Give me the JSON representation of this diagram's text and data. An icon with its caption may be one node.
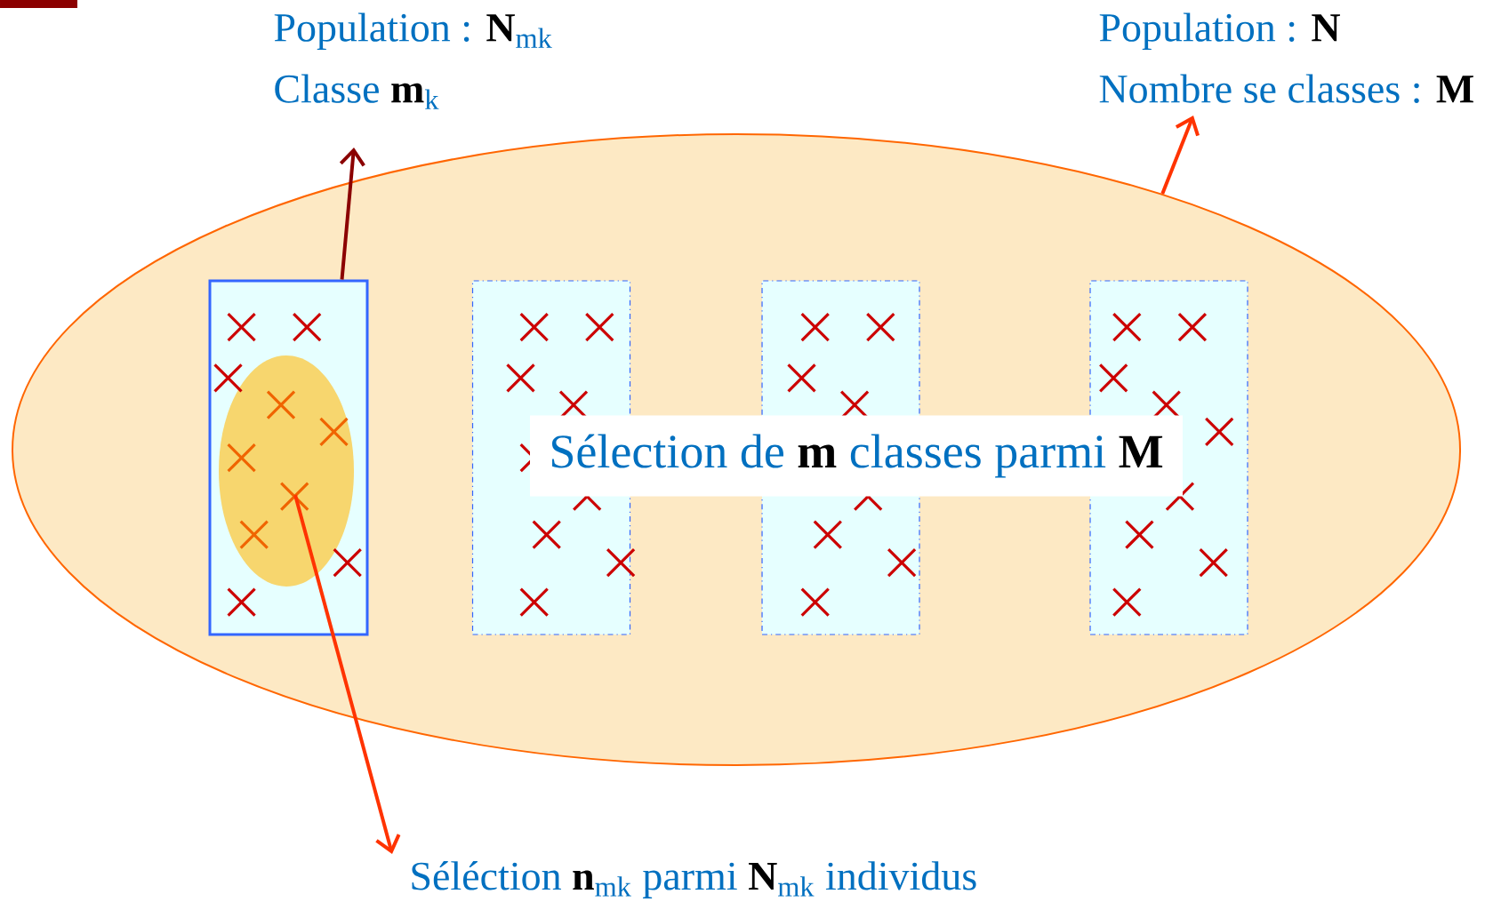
{
  "diagram": {
    "nodes": [
      {
        "text": [],
        "shape": "ellipse"
      },
      {
        "text": [
          "Population : **N**",
          "Nombre se classes : **M**"
        ]
      },
      {
        "text": [
          "Population : **N**$_{mk}$",
          "Classe **m**$_{k}$"
        ]
      },
      {
        "text": [],
        "shape": "box",
        "in": 0
      },
      {
        "text": [],
        "shape": "ellipse",
        "in": 3
      },
      {
        "text": [],
        "shape": "box",
        "in": 0
      },
      {
        "text": [],
        "shape": "box",
        "in": 0
      },
      {
        "text": [],
        "shape": "box",
        "in": 0
      },
      {
        "text": [
          "Sélection de **m** classes parmi **M**"
        ],
        "in": 0
      },
      {
        "text": [
          "Séléction **n**$_{mk}$ parmi **N**$_{mk}$ individus"
        ]
      }
    ],
    "edges": [
      {
        "from": 0,
        "to": 1,
        "arrow": "to"
      },
      {
        "from": 3,
        "to": 2,
        "arrow": "to",
        "color": "#8b0000"
      },
      {
        "from": 4,
        "to": 9,
        "arrow": "to"
      }
    ]
  }
}
